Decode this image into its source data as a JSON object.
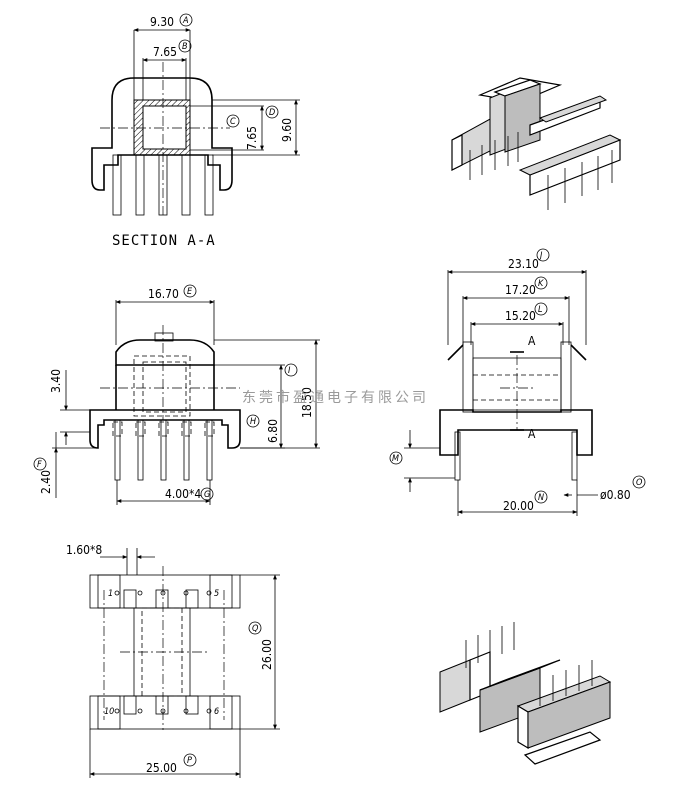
{
  "section_label": "SECTION A-A",
  "watermark": "东莞市盈通电子有限公司",
  "dimensions": {
    "A": "9.30",
    "B": "7.65",
    "C": "7.65",
    "D": "9.60",
    "E": "16.70",
    "F": "2.40",
    "G": "4.00*4",
    "H": "6.80",
    "I": "18.50",
    "J": "23.10",
    "K": "17.20",
    "L": "15.20",
    "M": "",
    "N": "20.00",
    "O": "ø0.80",
    "P": "25.00",
    "Q": "26.00",
    "left_small": "3.40",
    "pitch": "1.60*8"
  },
  "letters": [
    "A",
    "B",
    "C",
    "D",
    "E",
    "F",
    "G",
    "H",
    "I",
    "J",
    "K",
    "L",
    "M",
    "N",
    "O",
    "P",
    "Q"
  ],
  "section_marks": [
    "A",
    "A"
  ],
  "pin_labels": {
    "top_left": "1",
    "top_right": "5",
    "bottom_left": "10",
    "bottom_right": "6"
  }
}
